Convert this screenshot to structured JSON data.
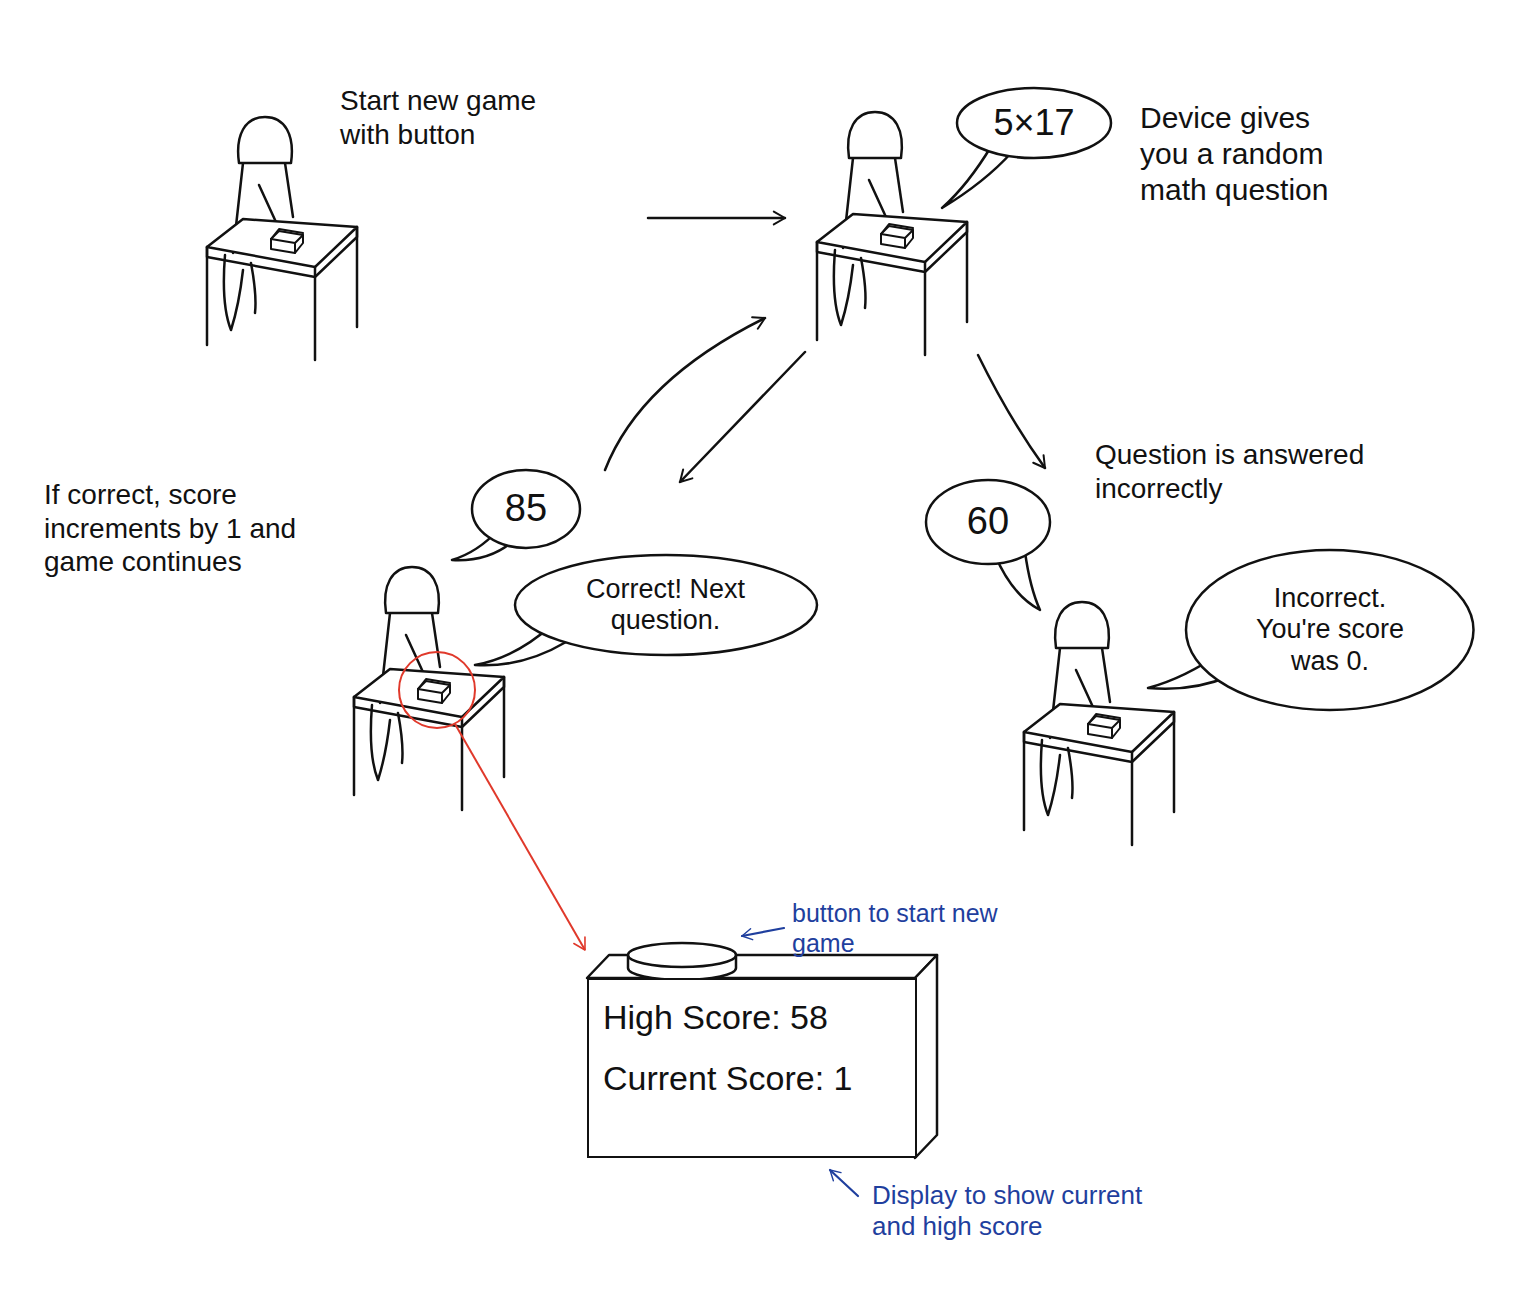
{
  "diagram": {
    "nodes": [
      {
        "text": [
          "5×17"
        ]
      },
      {
        "text": [
          "85"
        ]
      },
      {
        "text": [
          "Correct! Next question."
        ]
      },
      {
        "text": [
          "60"
        ]
      },
      {
        "text": [
          "Incorrect. You're score was 0."
        ]
      },
      {
        "text": [
          "High Score: 58",
          "Current Score: 1"
        ]
      }
    ],
    "labels": [
      "Start new game with button",
      "Device gives you a random math question",
      "Question is answered incorrectly",
      "If correct, score increments by 1 and game continues",
      "button to start new game",
      "Display to show current and high score"
    ]
  }
}
